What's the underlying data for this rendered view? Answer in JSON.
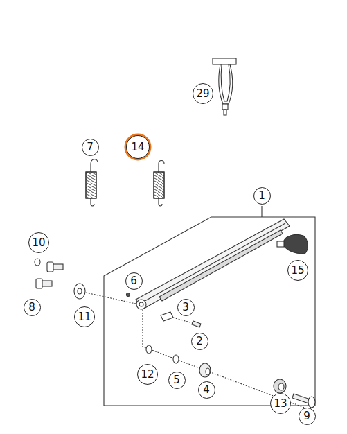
{
  "diagram": {
    "labels": [
      "29",
      "7",
      "14",
      "1",
      "10",
      "15",
      "6",
      "8",
      "11",
      "3",
      "2",
      "12",
      "5",
      "4",
      "13",
      "9"
    ]
  }
}
